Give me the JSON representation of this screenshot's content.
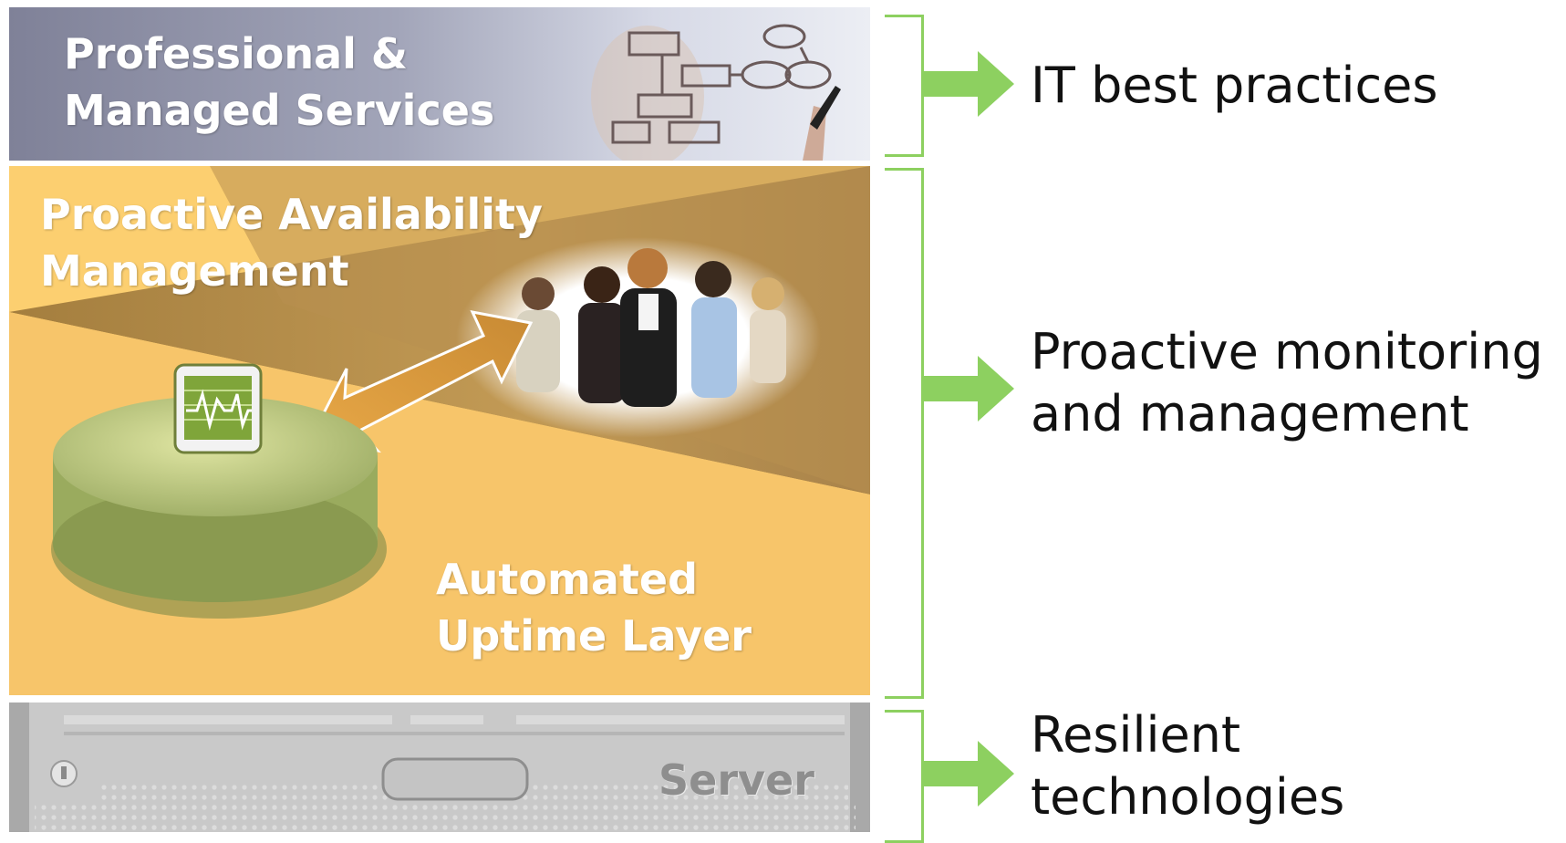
{
  "layers": {
    "professional": {
      "line1": "Professional &",
      "line2": "Managed Services"
    },
    "availability": {
      "line1": "Proactive Availability",
      "line2": "Management"
    },
    "uptime": {
      "line1": "Automated",
      "line2": "Uptime Layer"
    },
    "server": {
      "label": "Server"
    }
  },
  "callouts": {
    "it": {
      "line1": "IT best practices"
    },
    "monitoring": {
      "line1": "Proactive monitoring",
      "line2": "and management"
    },
    "resilient": {
      "line1": "Resilient",
      "line2": "technologies"
    }
  },
  "colors": {
    "accent_green": "#8dd060",
    "layer_gold": "#fccf70",
    "layer_brown": "#b08a48",
    "layer_slate": "#8a8ca2"
  },
  "icons": [
    "flowchart-sketch-icon",
    "team-photo-icon",
    "heartbeat-monitor-icon",
    "bidirectional-arrow-icon",
    "power-button-icon"
  ]
}
